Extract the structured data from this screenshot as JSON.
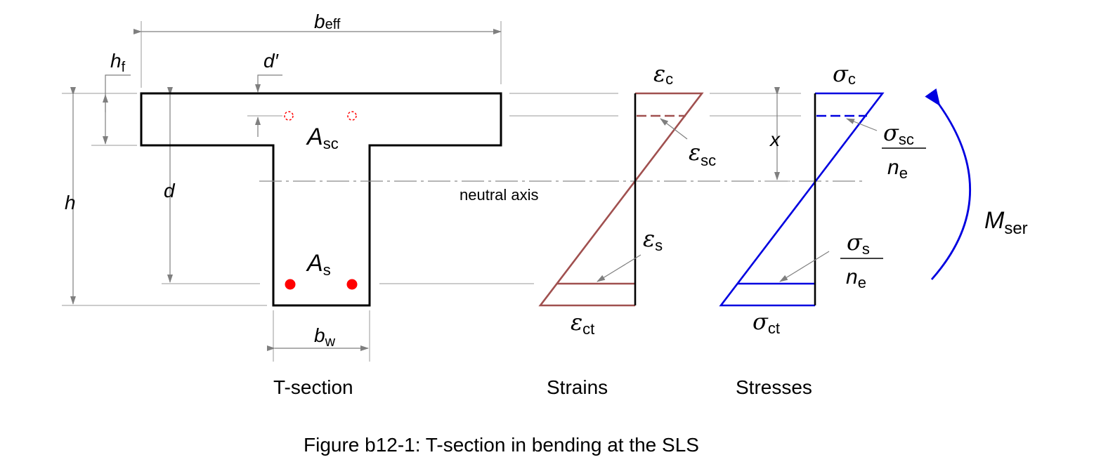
{
  "labels": {
    "b_eff": {
      "main": "b",
      "sub": "eff"
    },
    "h_f": {
      "main": "h",
      "sub": "f"
    },
    "d_prime": "d′",
    "h": "h",
    "d": "d",
    "A_sc": {
      "main": "A",
      "sub": "sc"
    },
    "A_s": {
      "main": "A",
      "sub": "s"
    },
    "b_w": {
      "main": "b",
      "sub": "w"
    },
    "neutral_axis": "neutral axis",
    "eps_c": {
      "main": "ε",
      "sub": "c"
    },
    "eps_sc": {
      "main": "ε",
      "sub": "sc"
    },
    "eps_s": {
      "main": "ε",
      "sub": "s"
    },
    "eps_ct": {
      "main": "ε",
      "sub": "ct"
    },
    "sig_c": {
      "main": "σ",
      "sub": "c"
    },
    "sig_sc": {
      "main": "σ",
      "sub": "sc"
    },
    "sig_s": {
      "main": "σ",
      "sub": "s"
    },
    "sig_ct": {
      "main": "σ",
      "sub": "ct"
    },
    "n_e": {
      "main": "n",
      "sub": "e"
    },
    "x": "x",
    "M_ser": {
      "main": "M",
      "sub": "ser"
    }
  },
  "captions": {
    "section": "T-section",
    "strains": "Strains",
    "stresses": "Stresses",
    "figure": "Figure b12-1: T-section in bending at the SLS"
  },
  "colors": {
    "section": "#000000",
    "strain": "#a0504f",
    "stress": "#0000e0",
    "rebar": "#ff0000",
    "dimension": "#7f7f7f"
  }
}
